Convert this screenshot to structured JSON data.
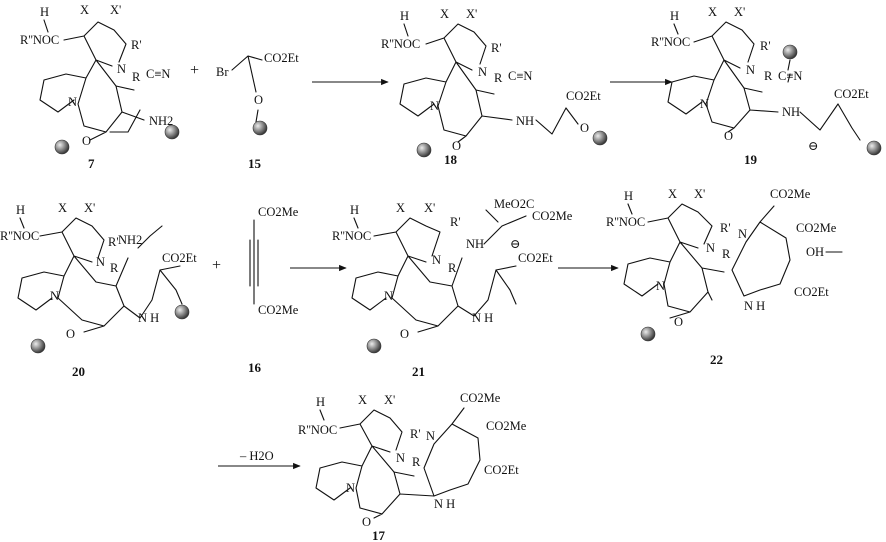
{
  "compounds": [
    {
      "id": "7",
      "labels": {
        "amide": "R''NOC",
        "h": "H",
        "x": "X",
        "xp": "X'",
        "rp": "R'",
        "n": "N",
        "r": "R",
        "cn": "C≡N",
        "nh2": "NH2",
        "o": "O"
      }
    },
    {
      "id": "15",
      "labels": {
        "br": "Br",
        "ester": "CO2Et",
        "o": "O"
      }
    },
    {
      "id": "18",
      "labels": {
        "amide": "R''NOC",
        "h": "H",
        "x": "X",
        "xp": "X'",
        "rp": "R'",
        "n": "N",
        "r": "R",
        "cn": "C≡N",
        "nh": "NH",
        "ester": "CO2Et",
        "o": "O"
      }
    },
    {
      "id": "19",
      "labels": {
        "amide": "R''NOC",
        "h": "H",
        "x": "X",
        "xp": "X'",
        "rp": "R'",
        "n": "N",
        "r": "R",
        "cn": "C≡N",
        "nh": "NH",
        "ester": "CO2Et",
        "minus": "⊖",
        "o": "O"
      }
    },
    {
      "id": "20",
      "labels": {
        "amide": "R''NOC",
        "h": "H",
        "x": "X",
        "xp": "X'",
        "rp": "R'",
        "n": "N",
        "r": "R",
        "nh2": "NH2",
        "ester": "CO2Et",
        "nh": "N H",
        "o": "O"
      }
    },
    {
      "id": "16",
      "labels": {
        "ester_top": "CO2Me",
        "ester_bottom": "CO2Me"
      }
    },
    {
      "id": "21",
      "labels": {
        "amide": "R''NOC",
        "h": "H",
        "x": "X",
        "xp": "X'",
        "rp": "R'",
        "n": "N",
        "r": "R",
        "meo2c": "MeO2C",
        "co2me": "CO2Me",
        "nh_top": "NH",
        "minus": "⊖",
        "ester": "CO2Et",
        "nh": "N H",
        "o": "O"
      }
    },
    {
      "id": "22",
      "labels": {
        "amide": "R''NOC",
        "h": "H",
        "x": "X",
        "xp": "X'",
        "rp": "R'",
        "n": "N",
        "r": "R",
        "npy": "N",
        "co2me1": "CO2Me",
        "co2me2": "CO2Me",
        "oh": "OH",
        "ester": "CO2Et",
        "nh": "N H",
        "o": "O"
      }
    },
    {
      "id": "17",
      "labels": {
        "amide": "R''NOC",
        "h": "H",
        "x": "X",
        "xp": "X'",
        "rp": "R'",
        "n": "N",
        "r": "R",
        "npy": "N",
        "co2me1": "CO2Me",
        "co2me2": "CO2Me",
        "ester": "CO2Et",
        "nh": "N H",
        "o": "O"
      }
    }
  ],
  "operators": {
    "plus": "+"
  },
  "arrows": {
    "dehydration": "– H2O"
  }
}
